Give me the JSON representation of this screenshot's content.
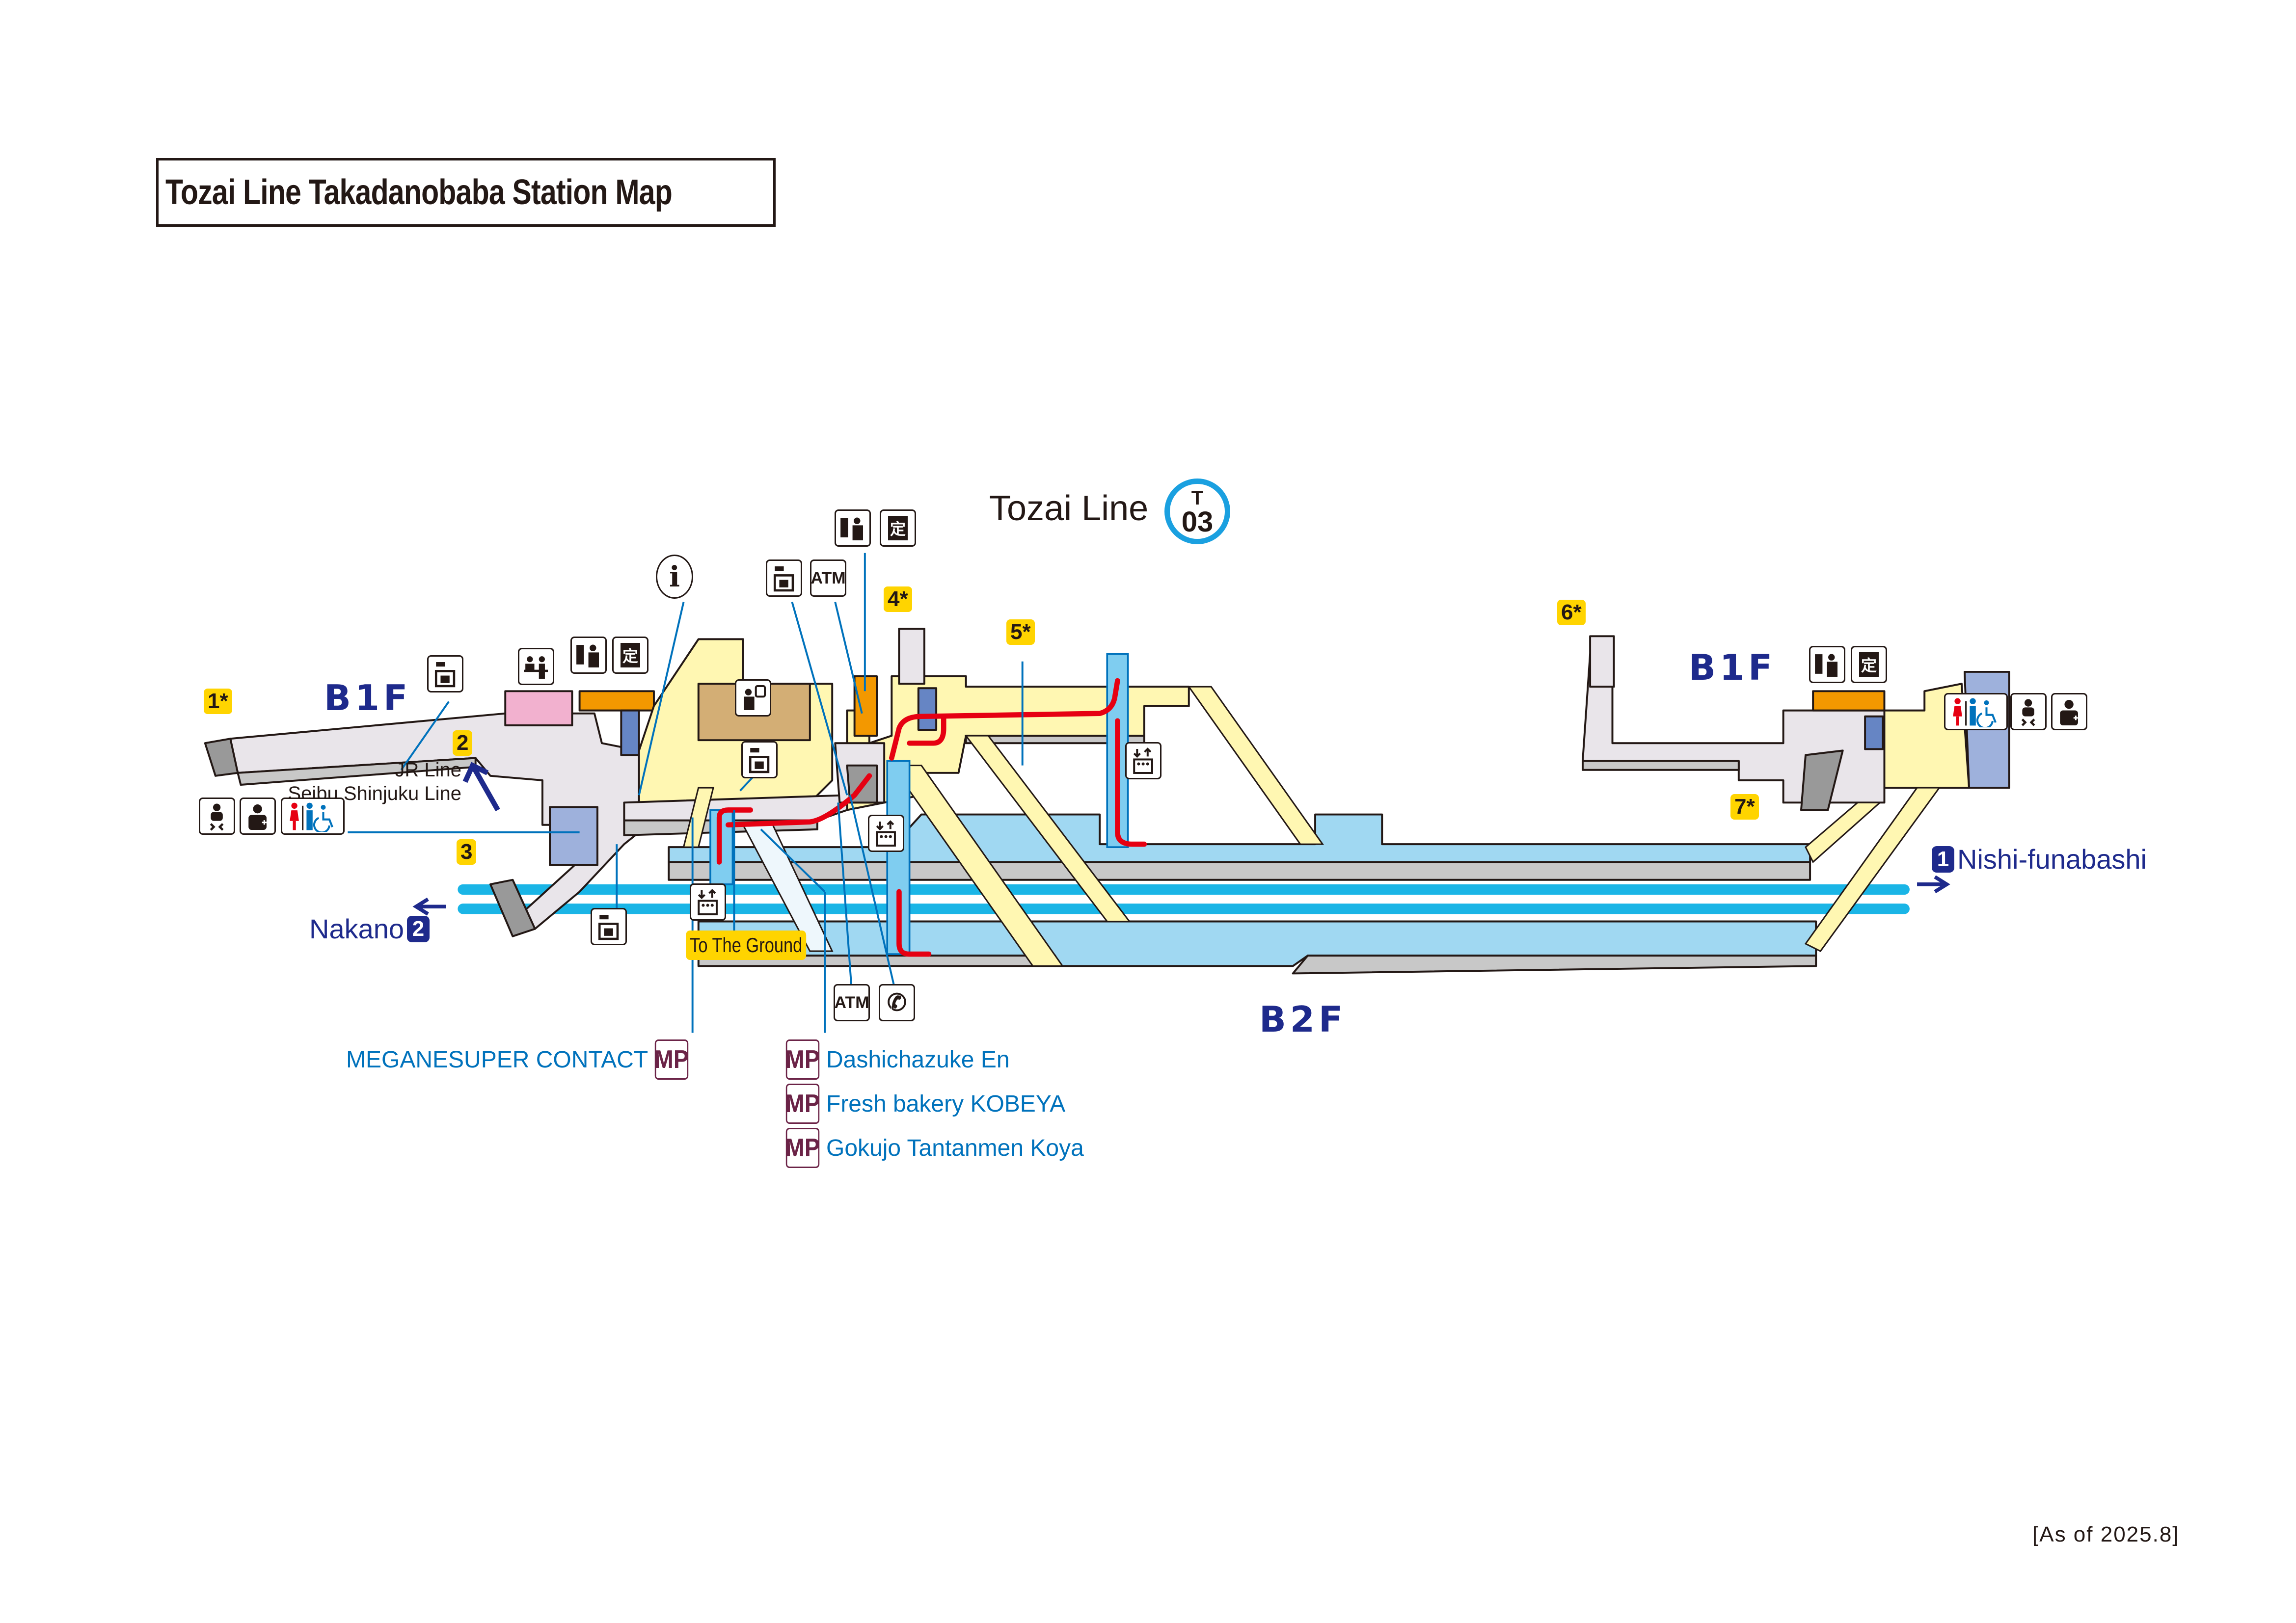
{
  "title": "Tozai Line Takadanobaba Station Map",
  "line": {
    "name": "Tozai Line",
    "code_letter": "T",
    "code_number": "03",
    "color": "#1aa0e0"
  },
  "floors": {
    "b1f_west": "B1F",
    "b1f_east": "B1F",
    "b2f": "B2F"
  },
  "exits": [
    {
      "label": "1*"
    },
    {
      "label": "2"
    },
    {
      "label": "3"
    },
    {
      "label": "4*"
    },
    {
      "label": "5*"
    },
    {
      "label": "6*"
    },
    {
      "label": "7*"
    }
  ],
  "transfer": {
    "line1": "JR Line",
    "line2": "Seibu Shinjuku Line"
  },
  "directions": {
    "west": {
      "name": "Nakano",
      "platform": "2"
    },
    "east": {
      "name": "Nishi-funabashi",
      "platform": "1"
    }
  },
  "to_ground": "To The Ground",
  "shops": {
    "badge": "MP",
    "items": [
      {
        "name": "MEGANESUPER CONTACT"
      },
      {
        "name": "Dashichazuke En"
      },
      {
        "name": "Fresh bakery KOBEYA"
      },
      {
        "name": "Gokujo Tantanmen Koya"
      }
    ]
  },
  "icons": {
    "atm": "ATM",
    "info": "i",
    "commuter_pass": "定",
    "labels": [
      "coin-locker-icon",
      "atm-icon",
      "ticket-machine-icon",
      "commuter-pass-icon",
      "station-office-icon",
      "information-icon",
      "elevator-icon",
      "toilet-icon",
      "baby-care-icon",
      "first-aid-icon",
      "payphone-icon",
      "travel-center-icon"
    ]
  },
  "as_of": "[As of 2025.8]",
  "colors": {
    "track": "#1ab5e6",
    "platform": "#a0d8f2",
    "concourse": "#e9e5ea",
    "paid_area": "#fff7b2",
    "ticket_office": "#d3ae75",
    "exit_tag": "#ffd400",
    "accessible_route": "#e60012",
    "floor_label": "#1e2a8c",
    "leader_line": "#0072bc"
  }
}
